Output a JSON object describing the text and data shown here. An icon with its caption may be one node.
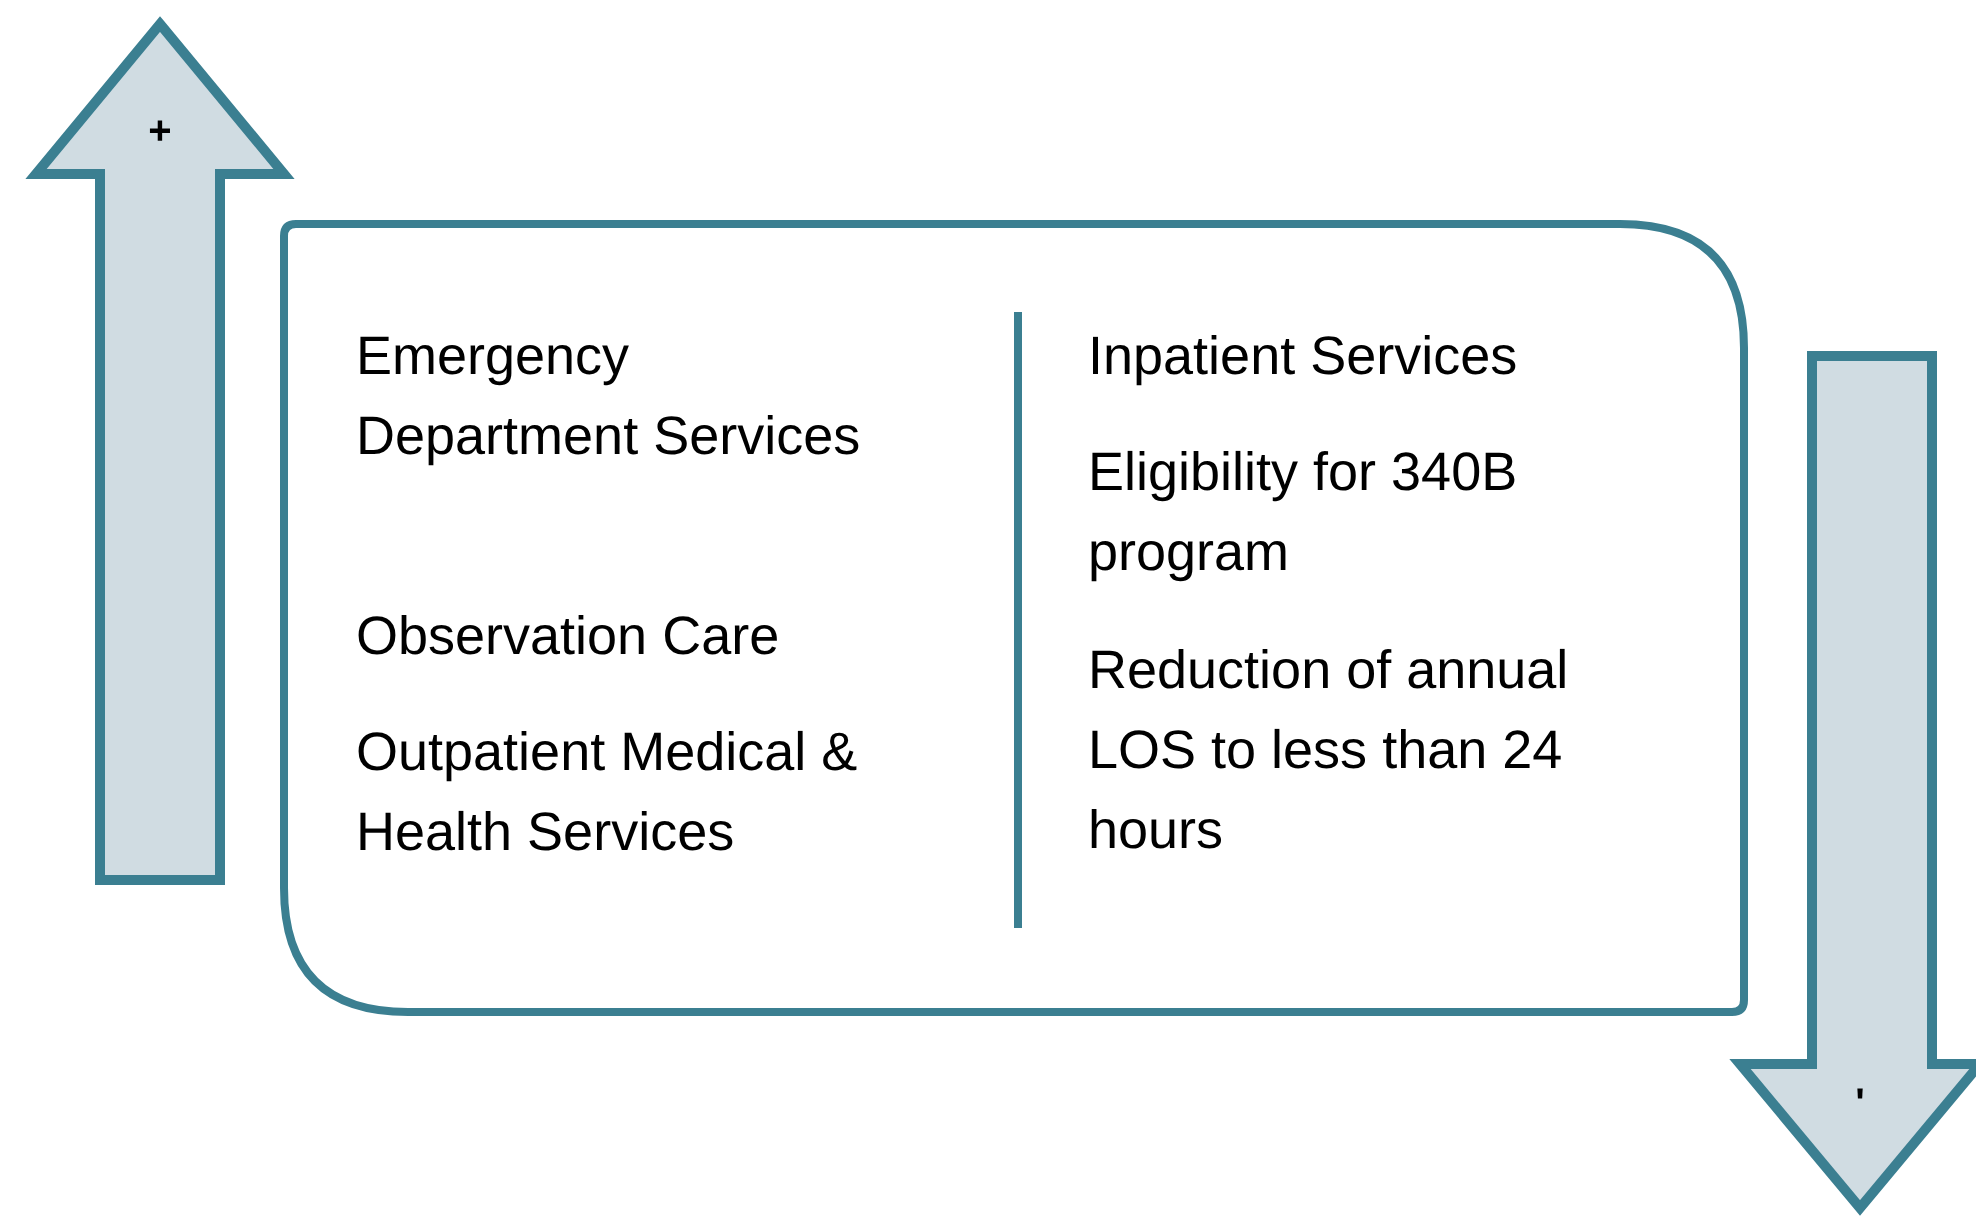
{
  "diagram": {
    "nodes": [
      {
        "text": [
          "+"
        ]
      },
      {
        "text": [
          "Emergency Department Services",
          "Observation Care",
          "Outpatient Medical & Health Services",
          "Inpatient Services",
          "Eligibility for 340B program",
          "Reduction of annual LOS to less than 24 hours"
        ]
      },
      {
        "text": [
          "'"
        ]
      }
    ]
  }
}
